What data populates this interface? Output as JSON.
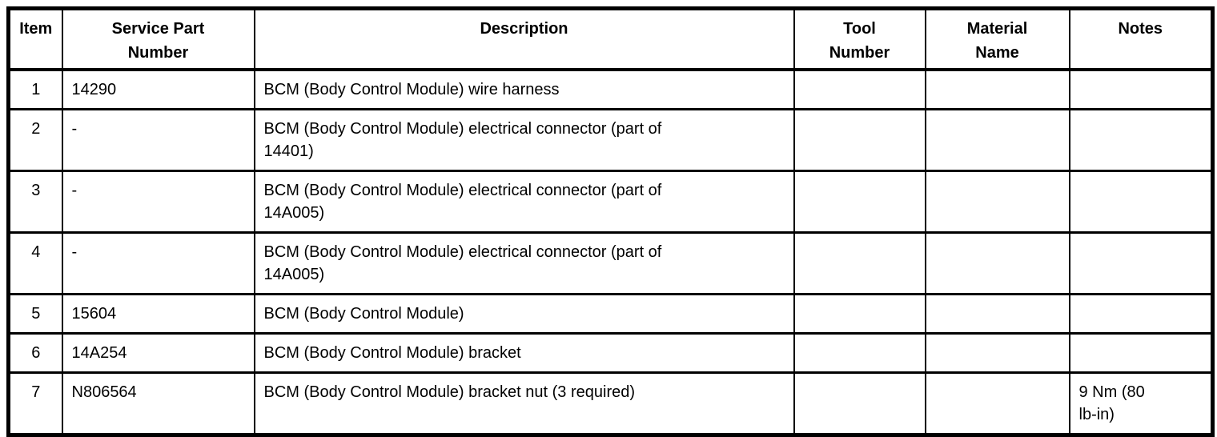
{
  "colors": {
    "border": "#000000",
    "background": "#ffffff",
    "text": "#000000"
  },
  "table": {
    "columns": [
      {
        "key": "item",
        "label": "Item"
      },
      {
        "key": "service_part_number",
        "label": "Service Part\nNumber"
      },
      {
        "key": "description",
        "label": "Description"
      },
      {
        "key": "tool_number",
        "label": "Tool\nNumber"
      },
      {
        "key": "material_name",
        "label": "Material\nName"
      },
      {
        "key": "notes",
        "label": "Notes"
      }
    ],
    "rows": [
      {
        "item": "1",
        "service_part_number": "14290",
        "description": "BCM (Body Control Module) wire harness",
        "tool_number": "",
        "material_name": "",
        "notes": ""
      },
      {
        "item": "2",
        "service_part_number": "-",
        "description": "BCM (Body Control Module) electrical connector (part of\n14401)",
        "tool_number": "",
        "material_name": "",
        "notes": ""
      },
      {
        "item": "3",
        "service_part_number": "-",
        "description": "BCM (Body Control Module) electrical connector (part of\n14A005)",
        "tool_number": "",
        "material_name": "",
        "notes": ""
      },
      {
        "item": "4",
        "service_part_number": "-",
        "description": "BCM (Body Control Module) electrical connector (part of\n14A005)",
        "tool_number": "",
        "material_name": "",
        "notes": ""
      },
      {
        "item": "5",
        "service_part_number": "15604",
        "description": "BCM (Body Control Module)",
        "tool_number": "",
        "material_name": "",
        "notes": ""
      },
      {
        "item": "6",
        "service_part_number": "14A254",
        "description": "BCM (Body Control Module) bracket",
        "tool_number": "",
        "material_name": "",
        "notes": ""
      },
      {
        "item": "7",
        "service_part_number": "N806564",
        "description": "BCM (Body Control Module) bracket nut (3 required)",
        "tool_number": "",
        "material_name": "",
        "notes": "9 Nm (80\nlb-in)"
      }
    ]
  }
}
